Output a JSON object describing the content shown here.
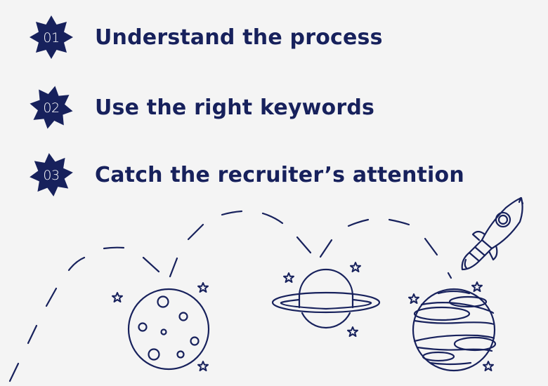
{
  "colors": {
    "background": "#f4f4f4",
    "primary": "#17215c",
    "badge_text": "#ffffff"
  },
  "steps": [
    {
      "number": "01",
      "label": "Understand the process"
    },
    {
      "number": "02",
      "label": "Use the right keywords"
    },
    {
      "number": "03",
      "label": "Catch the recruiter’s attention"
    }
  ],
  "illustration": {
    "elements": [
      "dashed-trajectory",
      "cratered-planet",
      "ringed-planet",
      "striped-planet",
      "rocket",
      "stars"
    ]
  }
}
